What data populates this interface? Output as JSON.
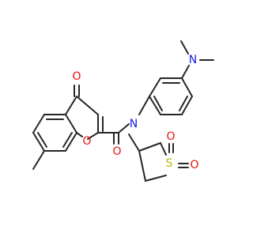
{
  "molecule": {
    "atom_labels": {
      "ketone_oxygen": "O",
      "ring_oxygen": "O",
      "amide_oxygen": "O",
      "amide_nitrogen": "N",
      "dimethylamino_nitrogen": "N",
      "sulfur": "S",
      "sulfone_oxygen_top": "O",
      "sulfone_oxygen_right": "O"
    },
    "colors": {
      "bond": "#262626",
      "oxygen": "#e8130d",
      "nitrogen": "#1818e8",
      "sulfur": "#b8b800"
    }
  }
}
